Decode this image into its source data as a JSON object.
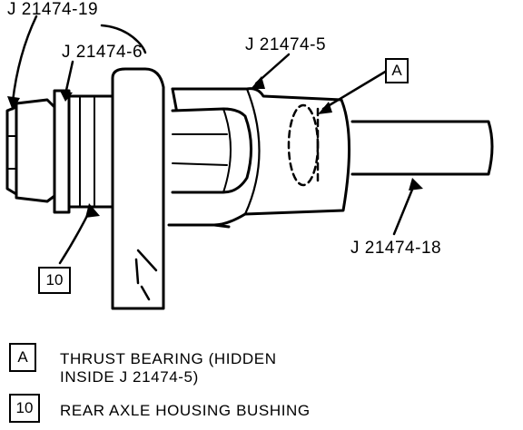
{
  "diagram": {
    "labels": {
      "tool_19": "J 21474-19",
      "tool_6": "J 21474-6",
      "tool_5": "J 21474-5",
      "tool_18": "J 21474-18"
    },
    "callouts": {
      "a": "A",
      "ten": "10"
    }
  },
  "legend": {
    "items": [
      {
        "key": "A",
        "line1": "THRUST BEARING (HIDDEN",
        "line2": "INSIDE J 21474-5)"
      },
      {
        "key": "10",
        "line1": "REAR AXLE HOUSING BUSHING",
        "line2": ""
      }
    ]
  }
}
